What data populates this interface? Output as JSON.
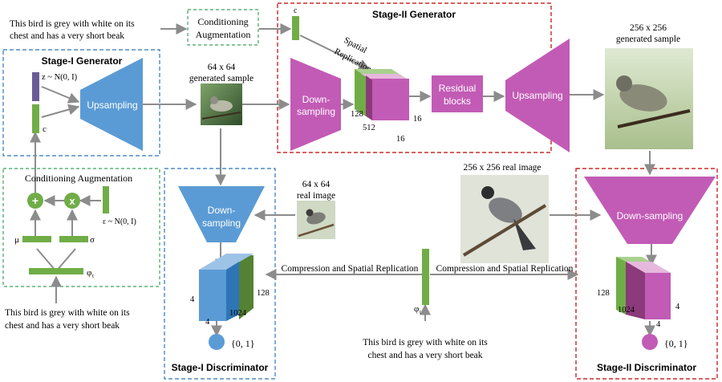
{
  "text_input": {
    "top_line1": "This bird is grey with white on its",
    "top_line2": "chest and has a very short beak",
    "left_line1": "This bird is grey with white on its",
    "left_line2": "chest and has a very short beak",
    "bottom_line1": "This bird is grey with white on its",
    "bottom_line2": "chest and has a very short beak"
  },
  "conditioning_aug_top": {
    "line1": "Conditioning",
    "line2": "Augmentation"
  },
  "stage1_generator": {
    "title": "Stage-I Generator",
    "z_label": "z ~ N(0, I)",
    "c_label": "c",
    "block": "Upsampling"
  },
  "sample_64": {
    "line1": "64 x 64",
    "line2": "generated sample"
  },
  "stage2_generator": {
    "title": "Stage-II Generator",
    "c_label": "c",
    "spatial_line1": "Spatial",
    "spatial_line2": "Replication",
    "down_line1": "Down-",
    "down_line2": "sampling",
    "dim_128": "128",
    "dim_512": "512",
    "dim_16a": "16",
    "dim_16b": "16",
    "residual_line1": "Residual",
    "residual_line2": "blocks",
    "up": "Upsampling"
  },
  "sample_256": {
    "line1": "256 x 256",
    "line2": "generated sample"
  },
  "cond_aug_left": {
    "title": "Conditioning Augmentation",
    "plus": "+",
    "times": "x",
    "eps_label": "ε ~ N(0, I)",
    "mu": "μ",
    "sigma": "σ",
    "phi": "φ"
  },
  "stage1_discriminator": {
    "title": "Stage-I Discriminator",
    "down_line1": "Down-",
    "down_line2": "sampling",
    "dim_128": "128",
    "dim_4a": "4",
    "dim_1024": "1024",
    "dim_4b": "4",
    "output": "{0, 1}"
  },
  "real_64": {
    "line1": "64 x 64",
    "line2": "real image"
  },
  "real_256": {
    "label": "256 x 256 real image"
  },
  "compression_left": "Compression and Spatial Replication",
  "compression_right": "Compression and Spatial Replication",
  "phi_center": "φ",
  "stage2_discriminator": {
    "title": "Stage-II Discriminator",
    "down": "Down-sampling",
    "dim_128": "128",
    "dim_1024": "1024",
    "dim_4a": "4",
    "dim_4b": "4",
    "output": "{0, 1}"
  },
  "colors": {
    "blue": "#5b9bd5",
    "pink": "#c25bb5",
    "green": "#70ad47",
    "purple": "#6b5b95",
    "grey": "#8c8c8c",
    "stage1_border": "#2e75b6",
    "stage2_border": "#c00000",
    "aug_border": "#3aa35c"
  }
}
